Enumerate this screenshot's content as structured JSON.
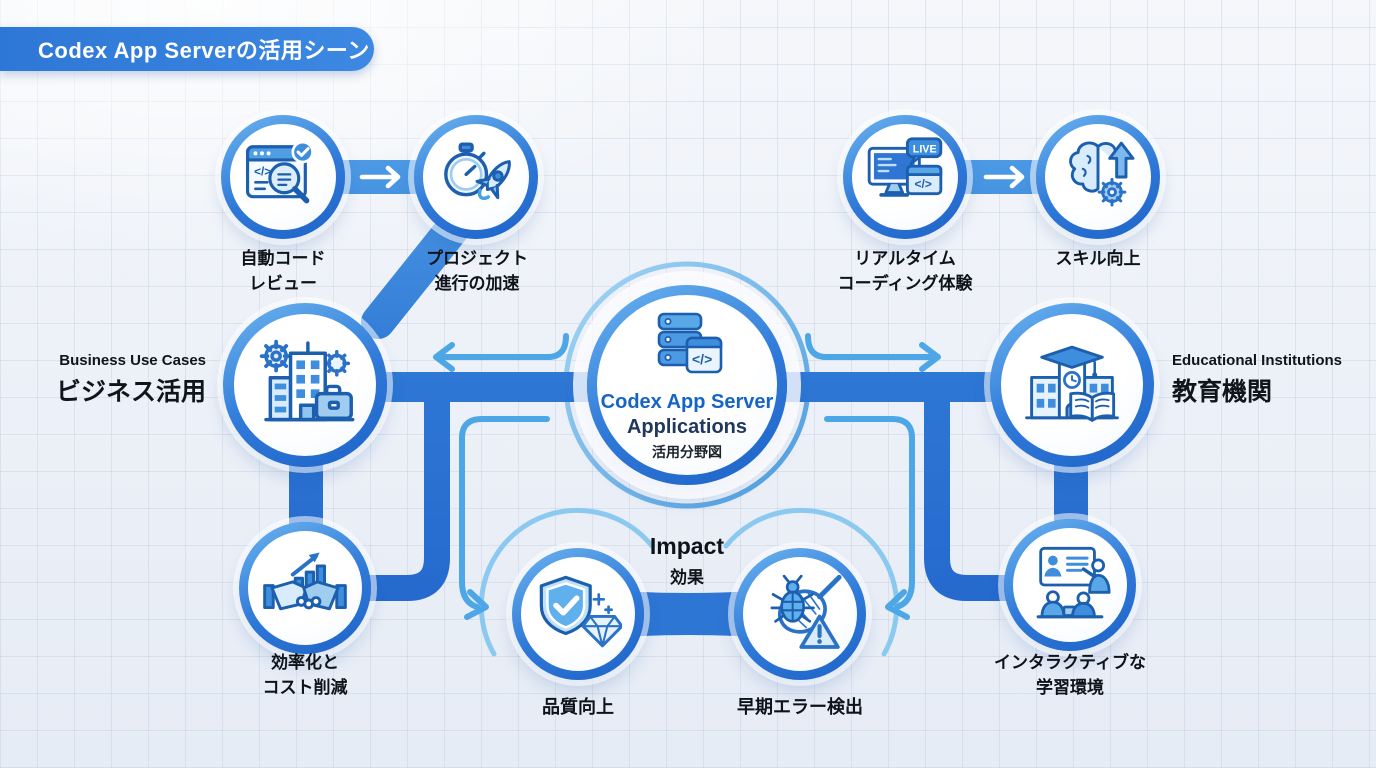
{
  "banner": {
    "title": "Codex App Serverの活用シーン"
  },
  "center": {
    "title_en": "Codex App Server",
    "title_en2": "Applications",
    "title_ja": "活用分野図"
  },
  "groups": {
    "business": {
      "en": "Business Use Cases",
      "ja": "ビジネス活用"
    },
    "education": {
      "en": "Educational Institutions",
      "ja": "教育機関"
    },
    "impact": {
      "en": "Impact",
      "ja": "効果"
    }
  },
  "nodes": {
    "code_review": {
      "line1": "自動コード",
      "line2": "レビュー"
    },
    "project": {
      "line1": "プロジェクト",
      "line2": "進行の加速"
    },
    "efficiency": {
      "line1": "効率化と",
      "line2": "コスト削減"
    },
    "realtime": {
      "line1": "リアルタイム",
      "line2": "コーディング体験"
    },
    "skill": {
      "line1": "スキル向上"
    },
    "interactive": {
      "line1": "インタラクティブな",
      "line2": "学習環境"
    },
    "quality": {
      "line1": "品質向上"
    },
    "error": {
      "line1": "早期エラー検出"
    }
  },
  "icons": {
    "live": "LIVE",
    "code_glyph": "</>"
  },
  "colors": {
    "primary_blue": "#2e76d4",
    "ring_light": "#6cb5f0",
    "ring_dark": "#1e63c8",
    "thin_arrow": "#4da6e6",
    "light_arc": "#8cc9f1",
    "banner_blue": "#2e77d6",
    "center_text_blue": "#1565c6",
    "center_text_navy": "#20375f",
    "label_text": "#0e1319",
    "background": "#edf1f8"
  }
}
